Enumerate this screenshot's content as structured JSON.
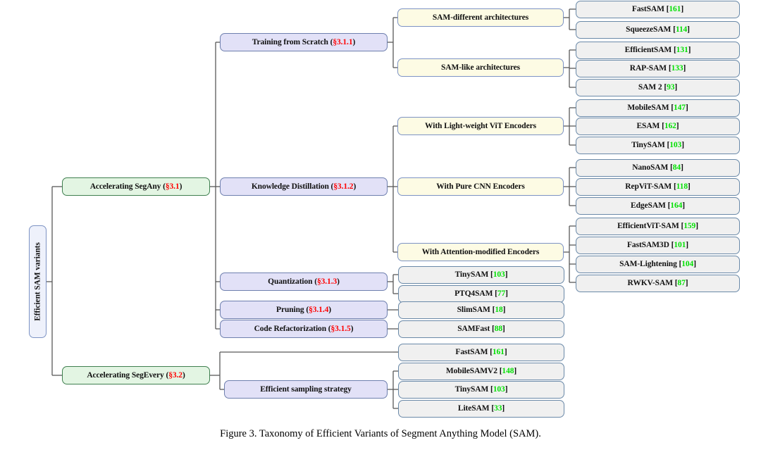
{
  "figure": {
    "caption": "Figure 3. Taxonomy of Efficient Variants of Segment Anything Model (SAM).",
    "colors": {
      "root_fill": "#eef1fb",
      "level1_fill": "#e3f5e3",
      "level2_fill": "#e2e1f7",
      "level3_fill": "#fdfbe4",
      "leaf_fill": "#f0f0f0",
      "section_ref": "#ff0000",
      "citation": "#00e000",
      "connector": "#595959"
    }
  },
  "root": {
    "label": "Efficient SAM variants"
  },
  "branches": {
    "seg_any": {
      "label": "Accelerating SegAny",
      "section": "§3.1",
      "children": {
        "training_from_scratch": {
          "label": "Training from Scratch",
          "section": "§3.1.1",
          "categories": [
            {
              "label": "SAM-different architectures",
              "leaves": [
                {
                  "name": "FastSAM",
                  "cite": "161"
                },
                {
                  "name": "SqueezeSAM",
                  "cite": "114"
                }
              ]
            },
            {
              "label": "SAM-like architectures",
              "leaves": [
                {
                  "name": "EfficientSAM",
                  "cite": "131"
                },
                {
                  "name": "RAP-SAM",
                  "cite": "133"
                },
                {
                  "name": "SAM 2",
                  "cite": "93"
                }
              ]
            }
          ]
        },
        "knowledge_distillation": {
          "label": "Knowledge Distillation",
          "section": "§3.1.2",
          "categories": [
            {
              "label": "With Light-weight ViT Encoders",
              "leaves": [
                {
                  "name": "MobileSAM",
                  "cite": "147"
                },
                {
                  "name": "ESAM",
                  "cite": "162"
                },
                {
                  "name": "TinySAM",
                  "cite": "103"
                }
              ]
            },
            {
              "label": "With Pure CNN Encoders",
              "leaves": [
                {
                  "name": "NanoSAM",
                  "cite": "84"
                },
                {
                  "name": "RepViT-SAM",
                  "cite": "118"
                },
                {
                  "name": "EdgeSAM",
                  "cite": "164"
                }
              ]
            },
            {
              "label": "With Attention-modified Encoders",
              "leaves": [
                {
                  "name": "EfficientViT-SAM",
                  "cite": "159"
                },
                {
                  "name": "FastSAM3D",
                  "cite": "101"
                },
                {
                  "name": "SAM-Lightening",
                  "cite": "104"
                },
                {
                  "name": "RWKV-SAM",
                  "cite": "87"
                }
              ]
            }
          ]
        },
        "quantization": {
          "label": "Quantization",
          "section": "§3.1.3",
          "leaves": [
            {
              "name": "TinySAM",
              "cite": "103"
            },
            {
              "name": "PTQ4SAM",
              "cite": "77"
            }
          ]
        },
        "pruning": {
          "label": "Pruning",
          "section": "§3.1.4",
          "leaves": [
            {
              "name": "SlimSAM",
              "cite": "18"
            }
          ]
        },
        "code_refactorization": {
          "label": "Code Refactorization",
          "section": "§3.1.5",
          "leaves": [
            {
              "name": "SAMFast",
              "cite": "88"
            }
          ]
        }
      }
    },
    "seg_every": {
      "label": "Accelerating SegEvery",
      "section": "§3.2",
      "direct_leaves": [
        {
          "name": "FastSAM",
          "cite": "161"
        }
      ],
      "children": {
        "efficient_sampling": {
          "label": "Efficient sampling strategy",
          "section": "",
          "leaves": [
            {
              "name": "MobileSAMV2",
              "cite": "148"
            },
            {
              "name": "TinySAM",
              "cite": "103"
            },
            {
              "name": "LiteSAM",
              "cite": "33"
            }
          ]
        }
      }
    }
  }
}
